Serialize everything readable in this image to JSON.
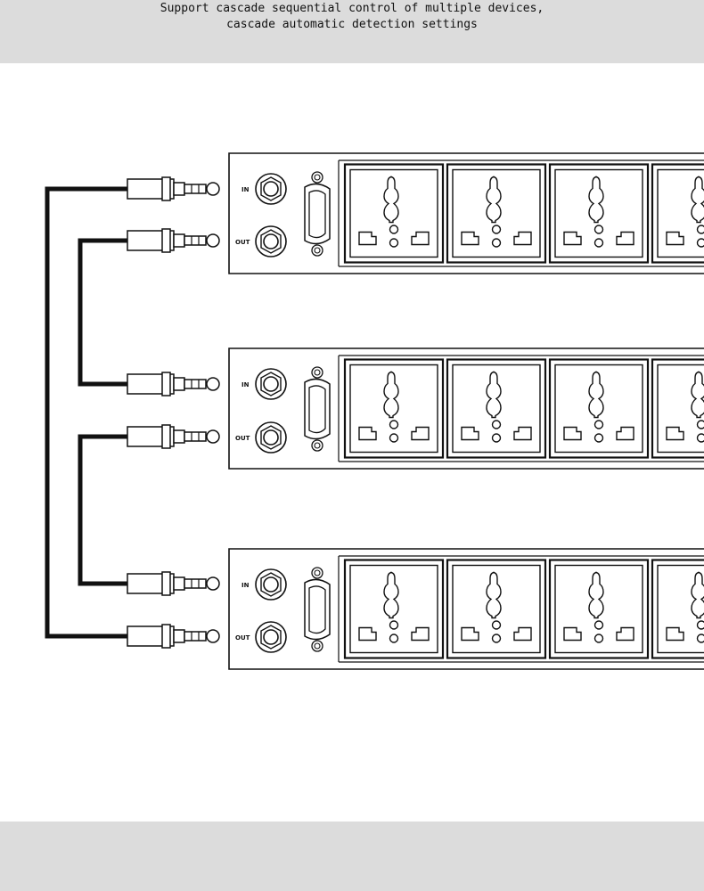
{
  "header": {
    "caption_line1": "Support cascade sequential control of multiple devices,",
    "caption_line2": "cascade automatic detection settings"
  },
  "ports": {
    "in_label": "IN",
    "out_label": "OUT"
  },
  "units": [
    {
      "id": "pdu-1"
    },
    {
      "id": "pdu-2"
    },
    {
      "id": "pdu-3"
    }
  ],
  "colors": {
    "background": "#ffffff",
    "band": "#dcdcdc",
    "line": "#111111"
  }
}
